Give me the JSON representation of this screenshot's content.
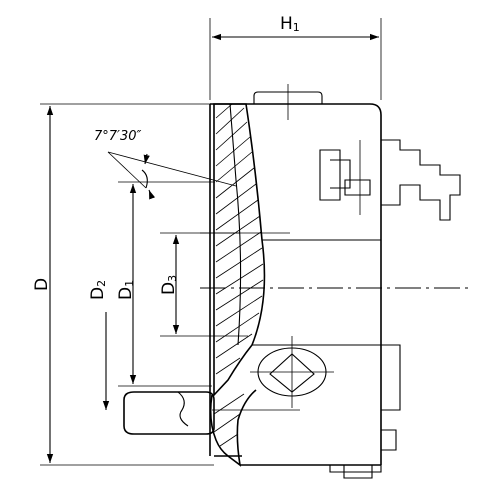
{
  "drawing": {
    "labels": {
      "h1_main": "H",
      "h1_sub": "1",
      "d": "D",
      "d1_main": "D",
      "d1_sub": "1",
      "d2_main": "D",
      "d2_sub": "2",
      "d3_main": "D",
      "d3_sub": "3",
      "angle": "7°7′30″"
    }
  }
}
